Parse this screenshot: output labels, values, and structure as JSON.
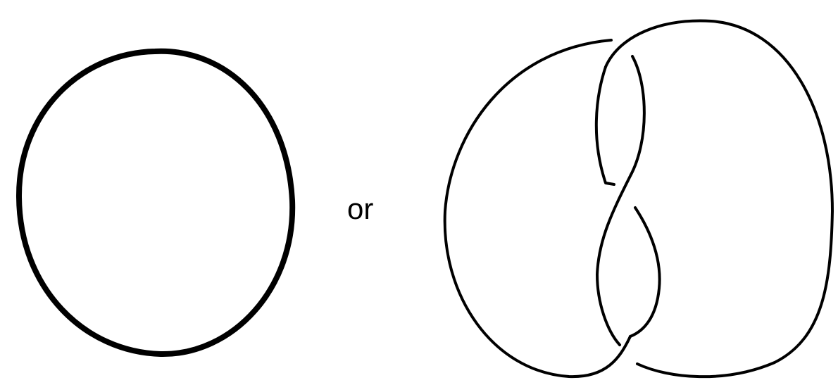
{
  "figure": {
    "connector_text": "or",
    "stroke_color": "#000000",
    "background_color": "#ffffff",
    "shapes": {
      "left": "unknot-circle",
      "right": "trefoil-knot"
    }
  }
}
